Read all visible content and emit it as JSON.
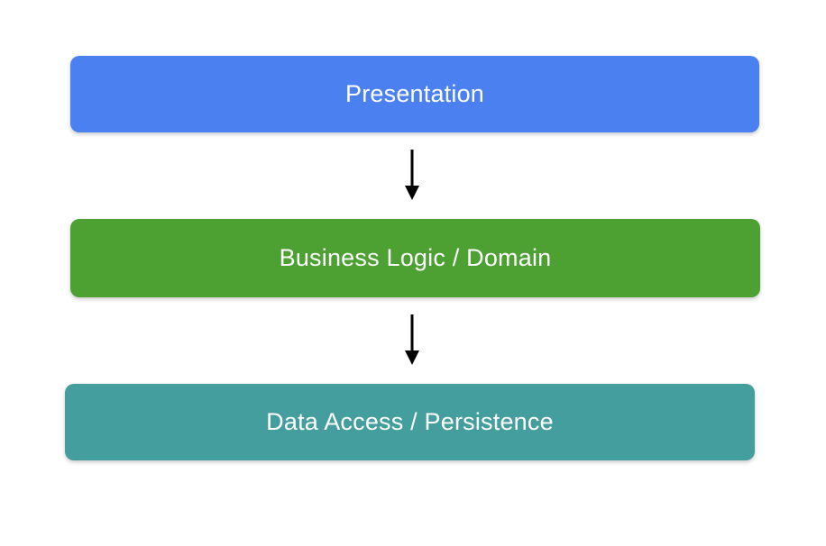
{
  "diagram": {
    "background_color": "#ffffff",
    "text_color": "#ffffff",
    "arrow_color": "#000000",
    "layers": [
      {
        "label": "Presentation",
        "color": "#4a80f0"
      },
      {
        "label": "Business Logic / Domain",
        "color": "#4da032"
      },
      {
        "label": "Data Access / Persistence",
        "color": "#449e9e"
      }
    ]
  }
}
